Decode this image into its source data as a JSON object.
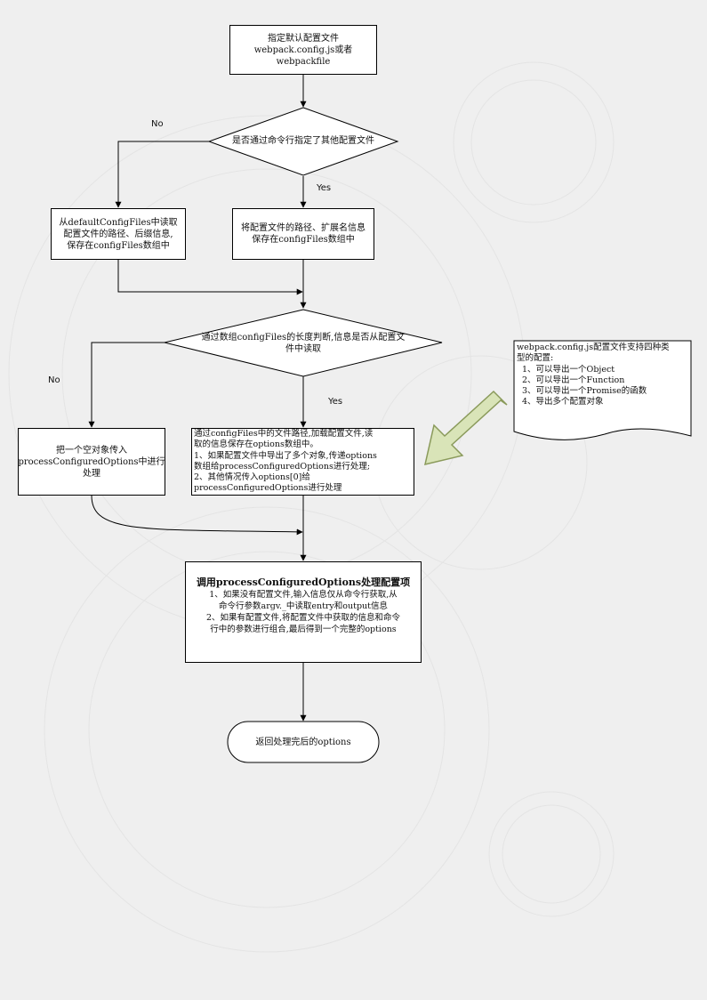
{
  "start_box": {
    "lines": [
      "指定默认配置文件",
      "webpack.config.js或者",
      "webpackfile"
    ]
  },
  "decision1": {
    "text": "是否通过命令行指定了其他配置文件",
    "no_label": "No",
    "yes_label": "Yes"
  },
  "left_box1": {
    "lines": [
      "从defaultConfigFiles中读取",
      "配置文件的路径、后缀信息,",
      "保存在configFiles数组中"
    ]
  },
  "right_box1": {
    "lines": [
      "将配置文件的路径、扩展名信息",
      "保存在configFiles数组中"
    ]
  },
  "decision2": {
    "lines": [
      "通过数组configFiles的长度判断,信息是否从配置文",
      "件中读取"
    ],
    "no_label": "No",
    "yes_label": "Yes"
  },
  "left_box2": {
    "lines": [
      "把一个空对象传入",
      "processConfiguredOptions中进行",
      "处理"
    ]
  },
  "right_box2": {
    "lines": [
      "通过configFiles中的文件路径,加载配置文件,读",
      "取的信息保存在options数组中。",
      "1、如果配置文件中导出了多个对象,传递options",
      "数组给processConfiguredOptions进行处理;",
      "2、其他情况传入options[0]给",
      "processConfiguredOptions进行处理"
    ]
  },
  "note": {
    "lines": [
      "webpack.config.js配置文件支持四种类",
      "型的配置:",
      "1、可以导出一个Object",
      "2、可以导出一个Function",
      "3、可以导出一个Promise的函数",
      "4、导出多个配置对象"
    ]
  },
  "process_box": {
    "title": "调用processConfiguredOptions处理配置项",
    "lines": [
      "1、如果没有配置文件,输入信息仅从命令行获取,从",
      "命令行参数argv._中读取entry和output信息",
      "2、如果有配置文件,将配置文件中获取的信息和命令",
      "行中的参数进行组合,最后得到一个完整的options"
    ]
  },
  "end_box": {
    "text": "返回处理完后的options"
  },
  "colors": {
    "arrow_fill": "#d9e4b8",
    "arrow_stroke": "#8a9a5b",
    "line": "#000000",
    "box": "#ffffff"
  }
}
